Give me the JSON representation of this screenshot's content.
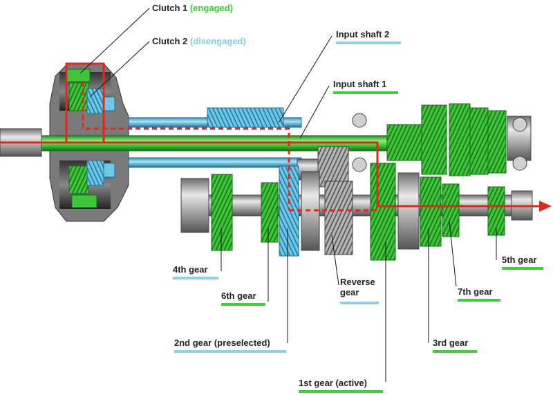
{
  "colors": {
    "engaged": "#2fd12f",
    "disengaged": "#7dd0ea",
    "power_flow": "#e0281c",
    "shaft_green": "#4fd33f",
    "shaft_blue": "#6ec8e8",
    "metal": "#9a9a9a"
  },
  "labels": {
    "clutch1": "Clutch 1",
    "clutch1_state": "(engaged)",
    "clutch2": "Clutch 2",
    "clutch2_state": "(disengaged)",
    "input_shaft_2": "Input shaft 2",
    "input_shaft_1": "Input shaft 1",
    "gear4": "4th gear",
    "gear6": "6th gear",
    "reverse_line1": "Reverse",
    "reverse_line2": "gear",
    "gear2": "2nd gear (preselected)",
    "gear1": "1st gear (active)",
    "gear3": "3rd gear",
    "gear7": "7th gear",
    "gear5": "5th gear"
  }
}
